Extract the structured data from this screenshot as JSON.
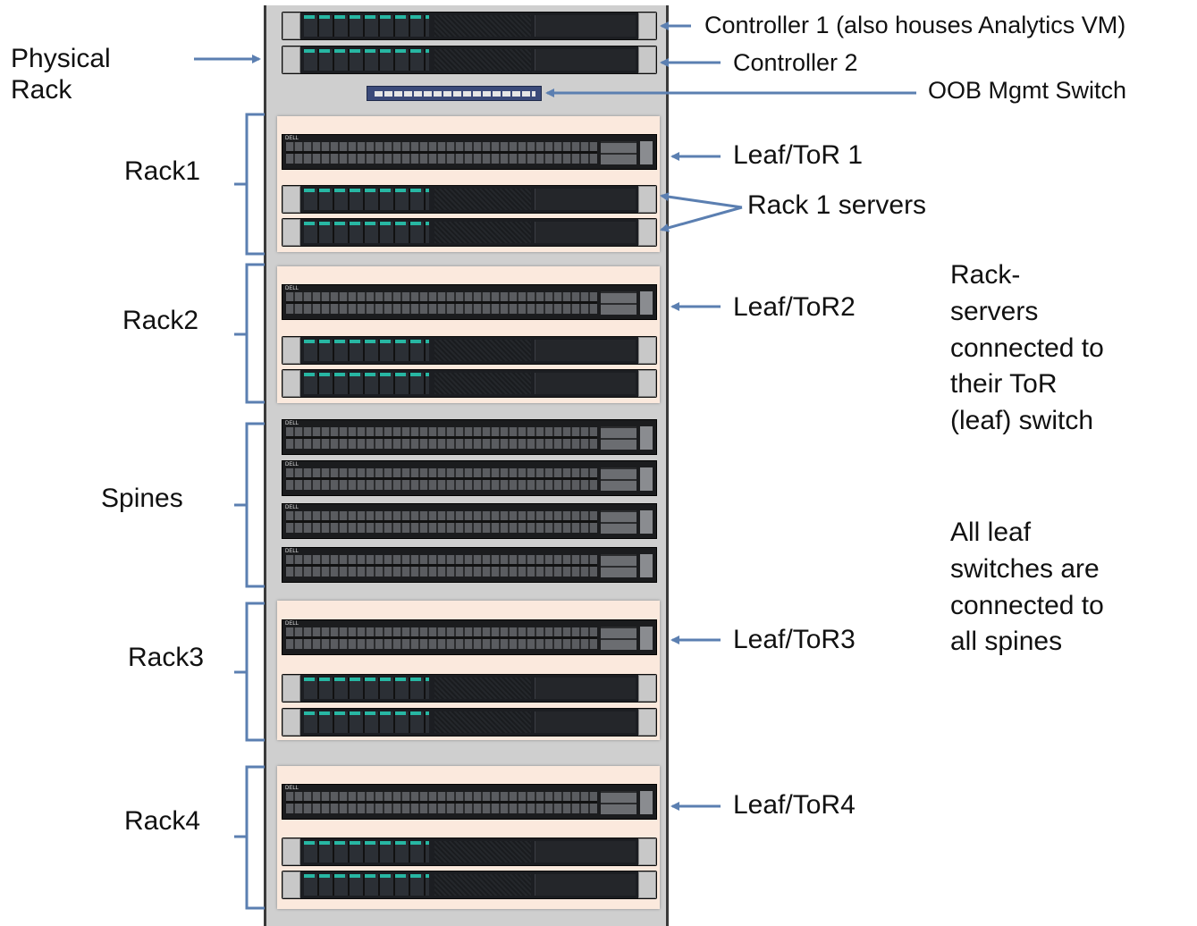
{
  "labels": {
    "physical_rack": "Physical\nRack",
    "controller1": "Controller 1 (also houses Analytics VM)",
    "controller2": "Controller 2",
    "oob_switch": "OOB Mgmt Switch",
    "rack1": "Rack1",
    "rack2": "Rack2",
    "spines": "Spines",
    "rack3": "Rack3",
    "rack4": "Rack4",
    "leaf1": "Leaf/ToR 1",
    "rack1_servers": "Rack 1 servers",
    "leaf2": "Leaf/ToR2",
    "leaf3": "Leaf/ToR3",
    "leaf4": "Leaf/ToR4",
    "note_rack_servers": "Rack-\nservers\nconnected to\ntheir ToR\n(leaf) switch",
    "note_leaf_spines": "All leaf\nswitches are\nconnected to\nall spines"
  },
  "switch_brand": "DELL",
  "colors": {
    "arrow": "#5b7fb1",
    "group_bg": "#fbe9dd",
    "rack_frame": "#cfcfcf",
    "bay_led": "#27b7a3"
  }
}
